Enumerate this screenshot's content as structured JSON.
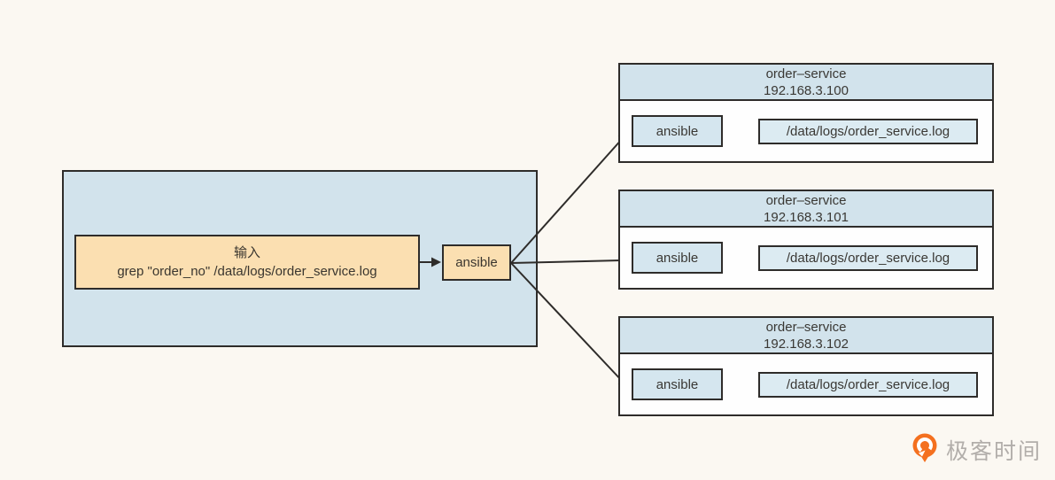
{
  "diagram": {
    "input_box": {
      "title": "输入",
      "command": "grep \"order_no\" /data/logs/order_service.log"
    },
    "controller": {
      "label": "ansible"
    },
    "servers": [
      {
        "service": "order–service",
        "ip": "192.168.3.100",
        "agent": "ansible",
        "log_path": "/data/logs/order_service.log"
      },
      {
        "service": "order–service",
        "ip": "192.168.3.101",
        "agent": "ansible",
        "log_path": "/data/logs/order_service.log"
      },
      {
        "service": "order–service",
        "ip": "192.168.3.102",
        "agent": "ansible",
        "log_path": "/data/logs/order_service.log"
      }
    ]
  },
  "branding": {
    "logo_text": "极客时间"
  },
  "colors": {
    "background": "#fbf8f2",
    "panel_blue": "#d2e3ec",
    "box_orange": "#fbdfb1",
    "agent_blue": "#d5e6ef",
    "log_blue": "#dcebf2",
    "line_dark": "#2e2c2a",
    "logo_orange": "#f4701f",
    "logo_text_gray": "#b2aeaa"
  }
}
